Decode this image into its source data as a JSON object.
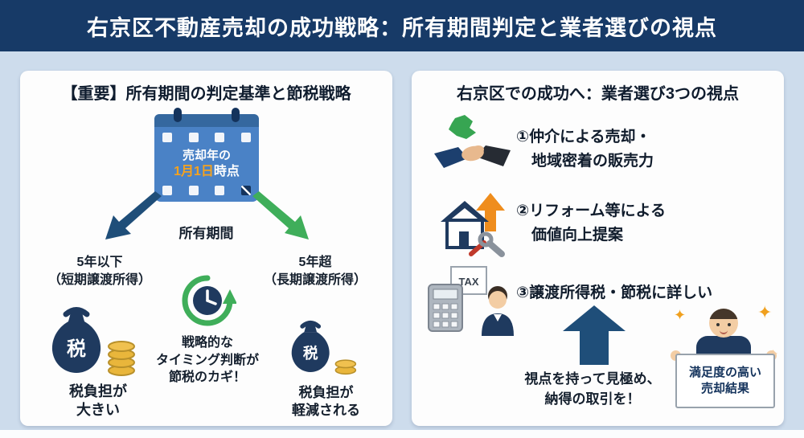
{
  "header": {
    "title": "右京区不動産売却の成功戦略：所有期間判定と業者選びの視点"
  },
  "left_panel": {
    "title": "【重要】所有期間の判定基準と節税戦略",
    "calendar": {
      "line1": "売却年の",
      "highlight": "1月1日",
      "suffix": "時点"
    },
    "ownership_label": "所有期間",
    "short_term": "5年以下\n（短期譲渡所得）",
    "long_term": "5年超\n（長期譲渡所得）",
    "timing_note": "戦略的な\nタイミング判断が\n節税のカギ！",
    "bag_label": "税",
    "tax_heavy": "税負担が\n大きい",
    "tax_light": "税負担が\n軽減される"
  },
  "right_panel": {
    "title": "右京区での成功へ：業者選び3つの視点",
    "items": [
      {
        "label": "①仲介による売却・\n　地域密着の販売力"
      },
      {
        "label": "②リフォーム等による\n　価値向上提案"
      },
      {
        "label": "③譲渡所得税・節税に詳しい"
      }
    ],
    "tax_doc_label": "TAX",
    "conclusion": "視点を持って見極め、\n納得の取引を！",
    "sign_text": "満足度の高い\n売却結果"
  },
  "colors": {
    "background": "#cddcec",
    "header_bg": "#173a67",
    "navy": "#1f3a5f",
    "arrow_navy": "#1f4e79",
    "green": "#3fae5a",
    "orange": "#f39c12",
    "calendar_blue": "#4a82c6"
  }
}
